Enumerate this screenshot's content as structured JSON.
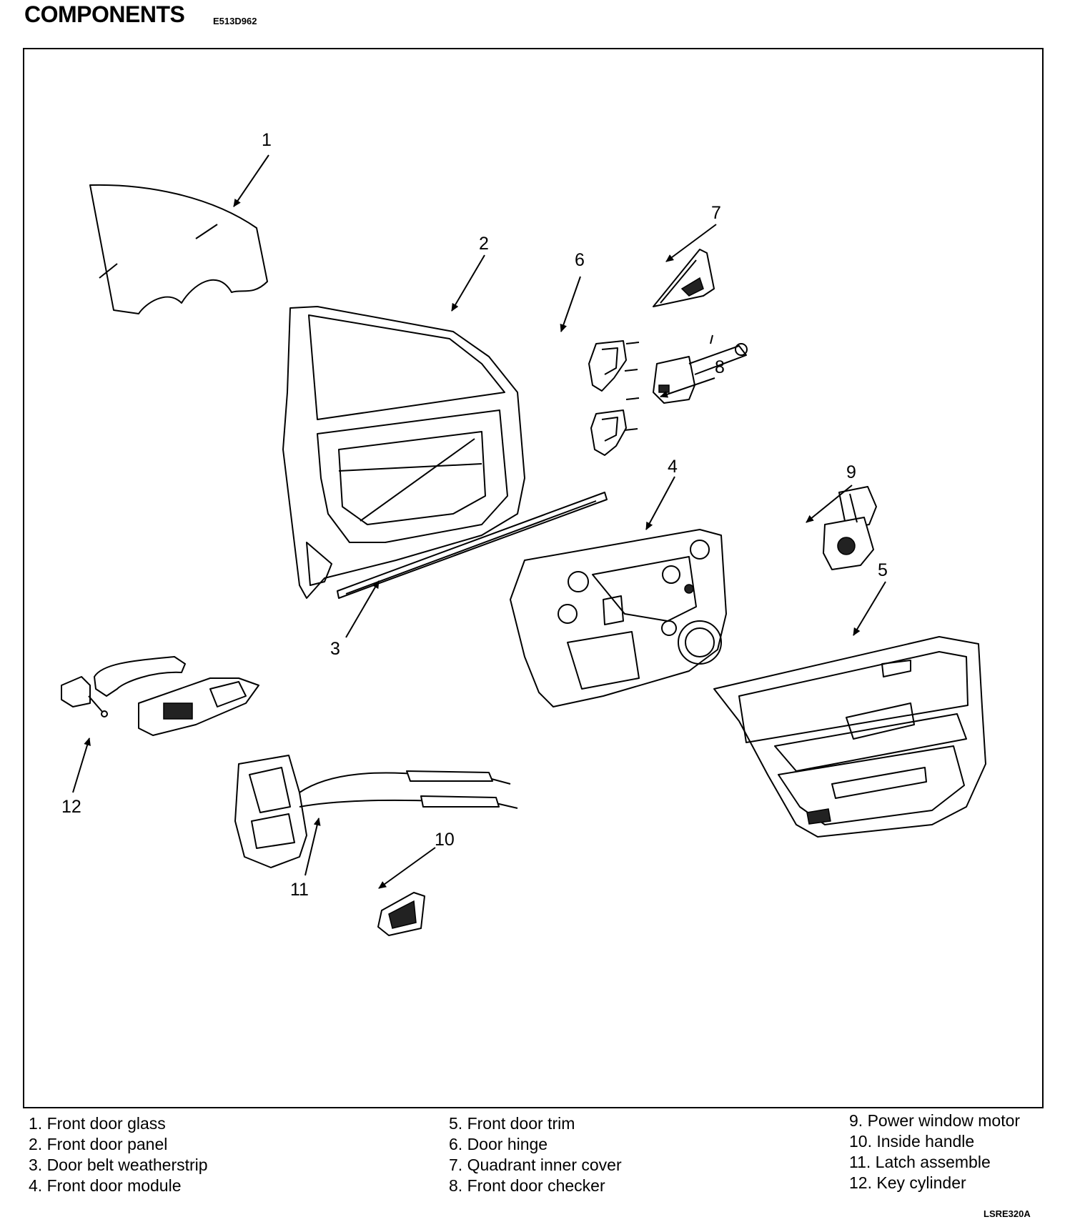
{
  "header": {
    "title": "COMPONENTS",
    "code": "E513D962"
  },
  "callouts": [
    "1",
    "2",
    "3",
    "4",
    "5",
    "6",
    "7",
    "8",
    "9",
    "10",
    "11",
    "12"
  ],
  "legend": [
    [
      "1. Front door glass",
      "2. Front door panel",
      "3. Door belt weatherstrip",
      "4. Front door module"
    ],
    [
      "5. Front door trim",
      "6. Door hinge",
      "7. Quadrant inner cover",
      "8. Front door checker"
    ],
    [
      "9. Power window motor",
      "10. Inside handle",
      "11. Latch assemble",
      "12. Key cylinder"
    ]
  ],
  "footer": {
    "code": "LSRE320A"
  }
}
